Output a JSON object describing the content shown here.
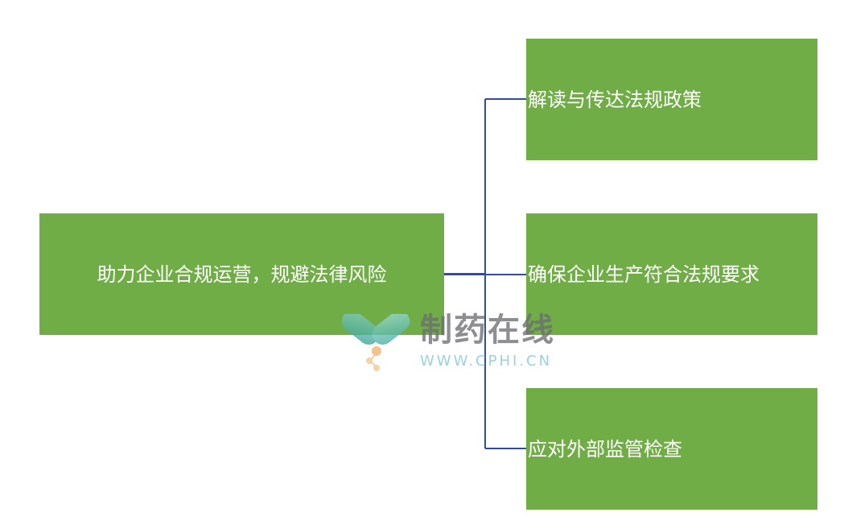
{
  "diagram": {
    "root": {
      "label": "助力企业合规运营，规避法律风险"
    },
    "children": [
      {
        "label": "解读与传达法规政策"
      },
      {
        "label": "确保企业生产符合法规要求"
      },
      {
        "label": "应对外部监管检查"
      }
    ]
  },
  "watermark": {
    "title": "制药在线",
    "url": "WWW.CPHI.CN",
    "logo_icon": "capsule-molecule-logo"
  },
  "colors": {
    "box_fill": "#70ad47",
    "box_text": "#ffffff",
    "connector": "#2f4f9e",
    "watermark_title": "#6d6f73",
    "watermark_url": "#7ec6d6"
  }
}
